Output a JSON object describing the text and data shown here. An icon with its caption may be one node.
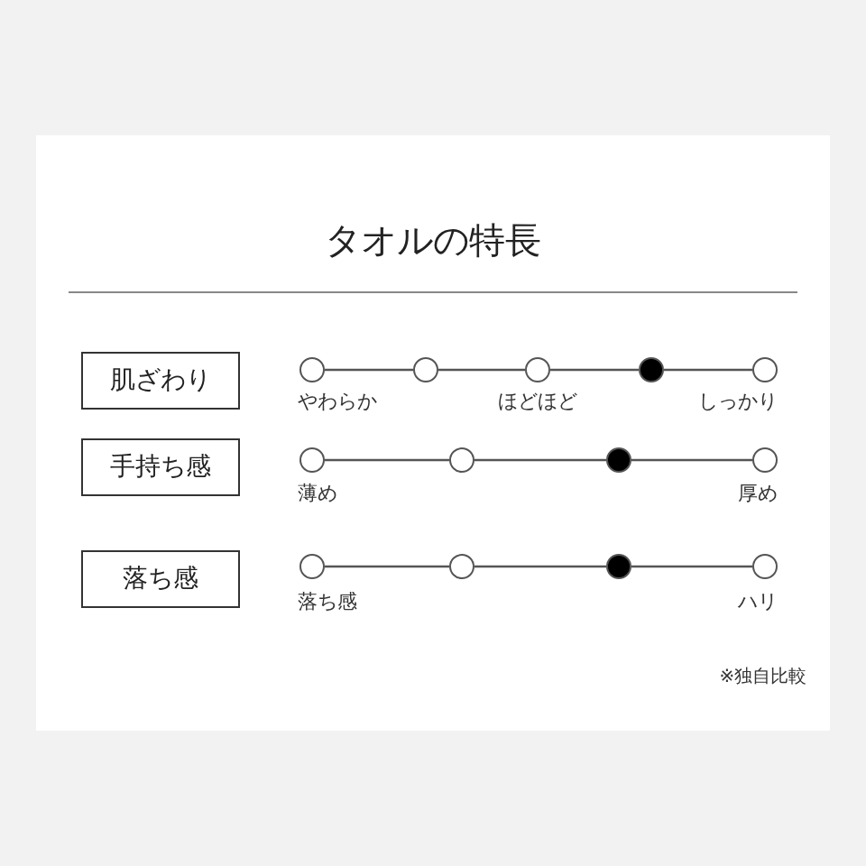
{
  "diagram": {
    "title": "タオルの特長",
    "nodes": [
      {
        "text": [
          "肌ざわり"
        ]
      },
      {
        "text": [],
        "shape": "circle"
      },
      {
        "text": [],
        "shape": "circle"
      },
      {
        "text": [],
        "shape": "circle"
      },
      {
        "text": [],
        "shape": "dot"
      },
      {
        "text": [],
        "shape": "circle"
      },
      {
        "text": [
          "手持ち感"
        ]
      },
      {
        "text": [],
        "shape": "circle"
      },
      {
        "text": [],
        "shape": "circle"
      },
      {
        "text": [],
        "shape": "dot"
      },
      {
        "text": [],
        "shape": "circle"
      },
      {
        "text": [
          "落ち感"
        ]
      },
      {
        "text": [],
        "shape": "circle"
      },
      {
        "text": [],
        "shape": "circle"
      },
      {
        "text": [],
        "shape": "dot"
      },
      {
        "text": [],
        "shape": "circle"
      }
    ],
    "edges": [
      {
        "from": 1,
        "to": 2,
        "arrow": "none"
      },
      {
        "from": 2,
        "to": 3,
        "arrow": "none"
      },
      {
        "from": 3,
        "to": 4,
        "arrow": "none"
      },
      {
        "from": 4,
        "to": 5,
        "arrow": "none"
      },
      {
        "from": 7,
        "to": 8,
        "arrow": "none"
      },
      {
        "from": 8,
        "to": 9,
        "arrow": "none"
      },
      {
        "from": 9,
        "to": 10,
        "arrow": "none"
      },
      {
        "from": 12,
        "to": 13,
        "arrow": "none"
      },
      {
        "from": 13,
        "to": 14,
        "arrow": "none"
      },
      {
        "from": 14,
        "to": 15,
        "arrow": "none"
      }
    ],
    "labels": [
      "やわらか",
      "ほどほど",
      "しっかり",
      "薄め",
      "厚め",
      "落ち感",
      "ハリ",
      "※独自比較"
    ]
  }
}
